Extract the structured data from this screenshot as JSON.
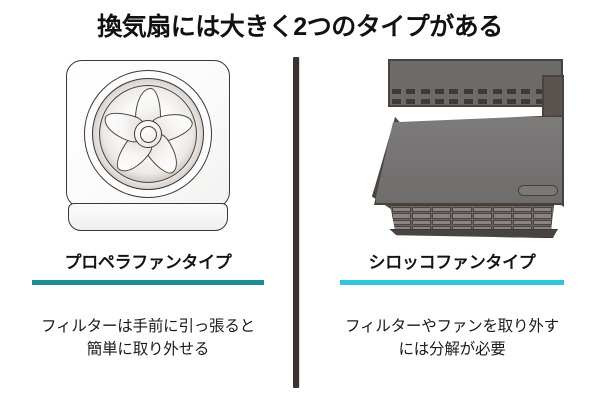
{
  "page": {
    "title": "換気扇には大きく2つのタイプがある",
    "background_color": "#ffffff",
    "divider_color": "#3a3330"
  },
  "columns": [
    {
      "id": "propeller",
      "illustration": "propeller-fan-illustration",
      "caption": "プロペラファンタイプ",
      "rule_color": "#1b8f95",
      "description_lines": [
        "フィルターは手前に引っ張ると",
        "簡単に取り外せる"
      ]
    },
    {
      "id": "sirocco",
      "illustration": "range-hood-illustration",
      "caption": "シロッコファンタイプ",
      "rule_color": "#2ec6dd",
      "description_lines": [
        "フィルターやファンを取り外す",
        "には分解が必要"
      ]
    }
  ]
}
